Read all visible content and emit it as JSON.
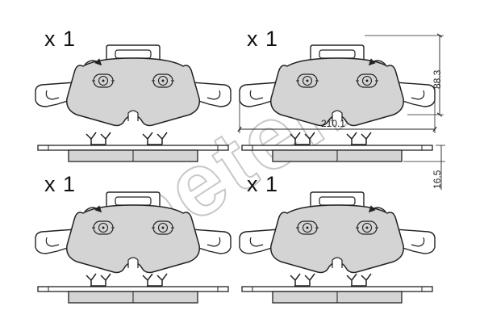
{
  "quantity_labels": [
    "x 1",
    "x 1",
    "x 1",
    "x 1"
  ],
  "dimensions": {
    "width": "210.1",
    "height": "88.3",
    "thickness": "16.5"
  },
  "watermark": "metelli",
  "colors": {
    "pad_fill": "#d4d4d4",
    "line": "#222222",
    "watermark": "#cfcfcf"
  }
}
